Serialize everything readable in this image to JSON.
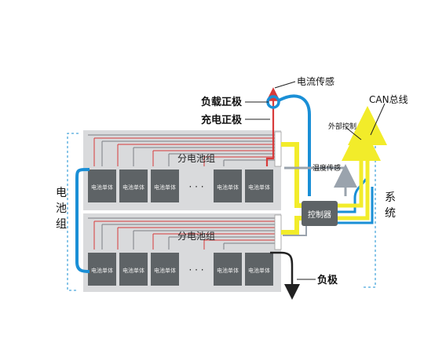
{
  "labels": {
    "load_positive": "负载正极",
    "charge_positive": "充电正极",
    "current_sensor": "电流传感",
    "can_bus": "CAN总线",
    "external_control": "外部控制",
    "temp_sensor": "温度传感",
    "controller": "控制器",
    "system_1": "系",
    "system_2": "统",
    "battery_group_1": "电",
    "battery_group_2": "池",
    "battery_group_3": "组",
    "sub_pack_top": "分电池组",
    "sub_pack_bottom": "分电池组",
    "negative": "负极",
    "cell": "电池单体",
    "ellipsis": "· · ·"
  },
  "colors": {
    "blue_wire": "#1a8fd6",
    "red_wire": "#d83a3a",
    "yellow_line": "#f2ec2a",
    "gray_arrow": "#9aa3ad",
    "pack_bg": "#d9dadc",
    "cell_fill": "#5e6366",
    "dash": "#4aa8dc"
  },
  "top_cells": [
    "电池单体",
    "电池单体",
    "电池单体",
    "电池单体",
    "电池单体"
  ],
  "bottom_cells": [
    "电池单体",
    "电池单体",
    "电池单体",
    "电池单体",
    "电池单体"
  ]
}
